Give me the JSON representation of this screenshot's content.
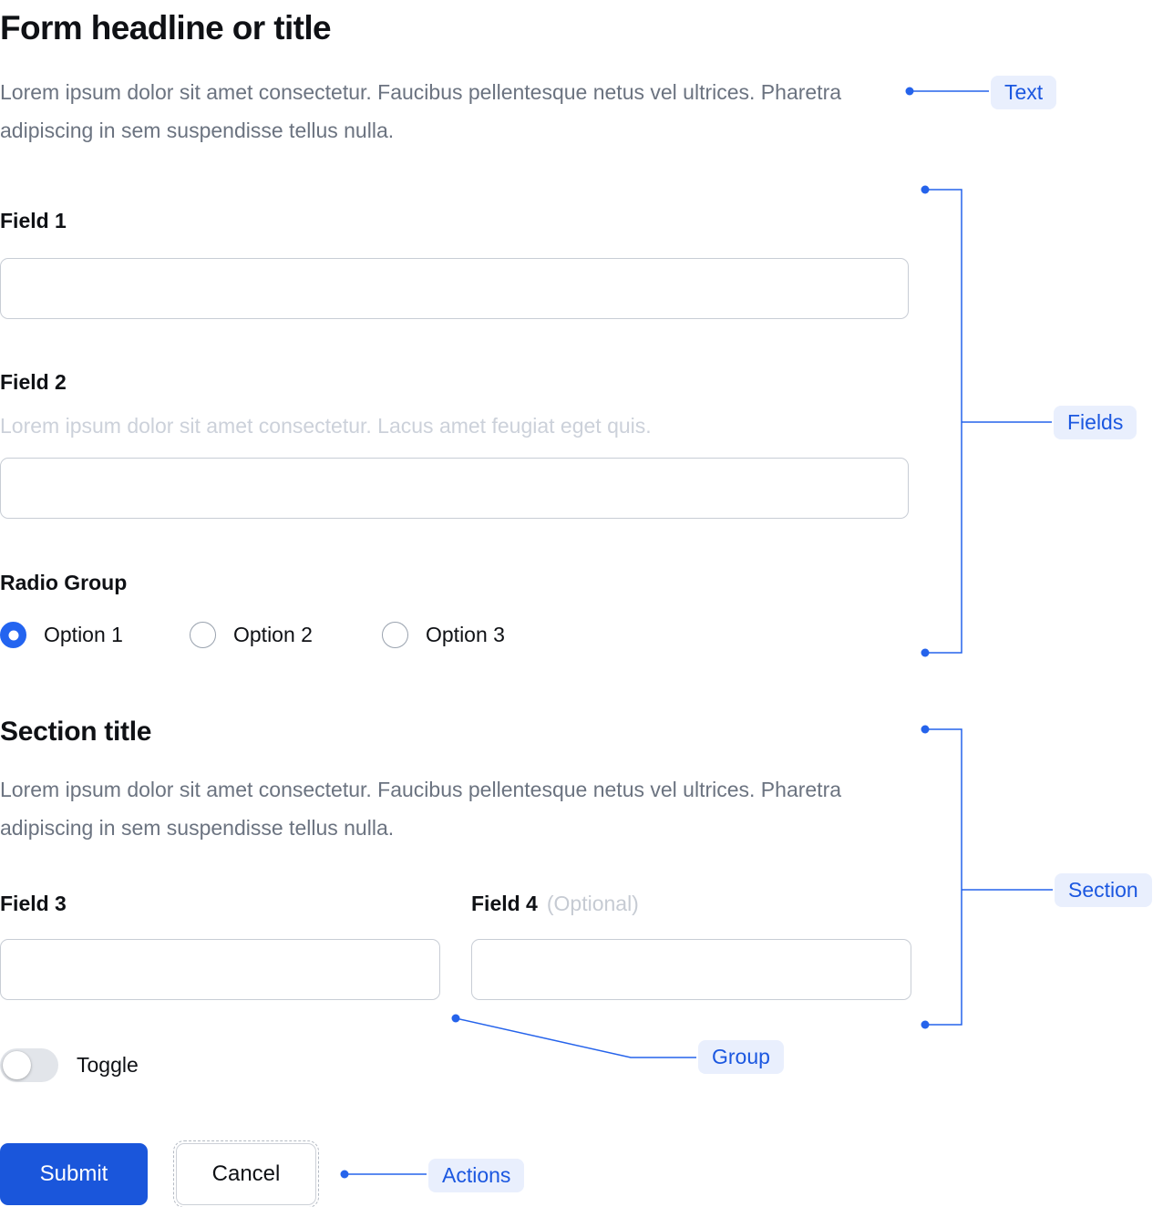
{
  "page": {
    "headline": "Form headline or title",
    "intro_text": "Lorem ipsum dolor sit amet consectetur. Faucibus pellentesque netus vel ultrices. Pharetra adipiscing in sem suspendisse tellus nulla."
  },
  "form": {
    "field1": {
      "label": "Field 1",
      "value": ""
    },
    "field2": {
      "label": "Field 2",
      "helper": "Lorem ipsum dolor sit amet consectetur. Lacus amet feugiat eget quis.",
      "value": ""
    },
    "radio_group": {
      "label": "Radio Group",
      "options": [
        {
          "label": "Option 1",
          "selected": true
        },
        {
          "label": "Option 2",
          "selected": false
        },
        {
          "label": "Option 3",
          "selected": false
        }
      ]
    }
  },
  "section": {
    "title": "Section title",
    "text": "Lorem ipsum dolor sit amet consectetur. Faucibus pellentesque netus vel ultrices. Pharetra adipiscing in sem suspendisse tellus nulla.",
    "field3": {
      "label": "Field 3",
      "value": ""
    },
    "field4": {
      "label": "Field 4",
      "optional_tag": "(Optional)",
      "value": ""
    },
    "toggle": {
      "label": "Toggle",
      "state": "off"
    }
  },
  "actions": {
    "submit_label": "Submit",
    "cancel_label": "Cancel"
  },
  "annotations": {
    "text_label": "Text",
    "fields_label": "Fields",
    "section_label": "Section",
    "group_label": "Group",
    "actions_label": "Actions"
  },
  "colors": {
    "accent_blue": "#2563eb",
    "submit_blue": "#1a56db",
    "radio_selected_blue": "#2364f0",
    "annotation_bg": "#e9effd",
    "annotation_text": "#1b57e0",
    "body_text_gray": "#6b7380",
    "helper_text_gray": "#ccd1da",
    "input_border_gray": "#c8cdd5"
  }
}
